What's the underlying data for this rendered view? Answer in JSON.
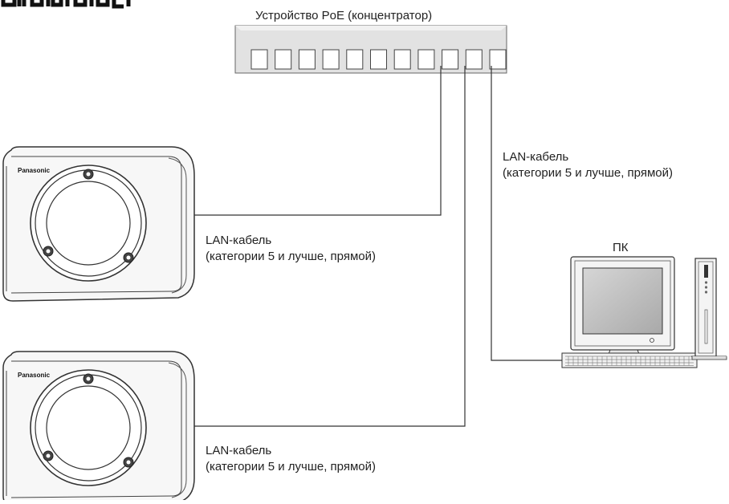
{
  "heading_fragment": "…",
  "hub": {
    "label": "Устройство PoE (концентратор)",
    "port_count": 11
  },
  "pc": {
    "label": "ПК"
  },
  "cameras": [
    {
      "brand": "Panasonic"
    },
    {
      "brand": "Panasonic"
    }
  ],
  "cables": [
    {
      "line1": "LAN-кабель",
      "line2": "(категории 5 и лучше, прямой)"
    },
    {
      "line1": "LAN-кабель",
      "line2": "(категории 5 и лучше, прямой)"
    },
    {
      "line1": "LAN-кабель",
      "line2": "(категории 5 и лучше, прямой)"
    }
  ]
}
